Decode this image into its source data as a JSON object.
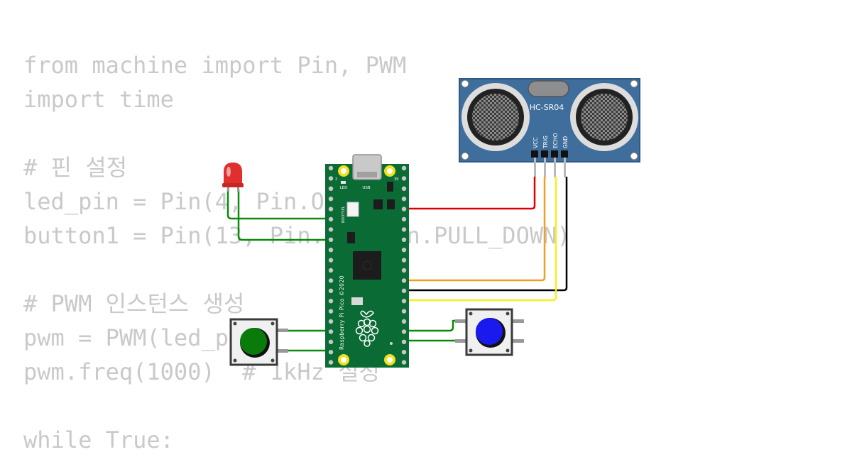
{
  "code_lines": [
    "from machine import Pin, PWM",
    "import time",
    "",
    "# 핀 설정",
    "led_pin = Pin(4, Pin.OUT)",
    "button1 = Pin(13, Pin.IN, Pin.PULL_DOWN)",
    "",
    "# PWM 인스턴스 생성",
    "pwm = PWM(led_pin)",
    "pwm.freq(1000)  # 1kHz 설정",
    "",
    "while True:"
  ],
  "sensor": {
    "model": "HC-SR04",
    "pins": [
      "VCC",
      "TRIG",
      "ECHO",
      "GND"
    ]
  },
  "board": {
    "silk_bootsel": "BOOTSEL",
    "silk_led": "LED",
    "silk_usb": "USB",
    "silk_name": "Raspberry Pi Pico ©2020",
    "pin_1": "2",
    "pin_39": "39"
  },
  "colors": {
    "board": "#0b6b35",
    "sensor": "#3f6e9c",
    "led": "#e0302d",
    "green_button": "#0a7a0a",
    "blue_button": "#1a1aee",
    "wire_green": "#0a8a0a",
    "wire_red": "#dd0000",
    "wire_orange": "#f0a020",
    "wire_yellow": "#f7ef1f",
    "wire_black": "#000000"
  }
}
